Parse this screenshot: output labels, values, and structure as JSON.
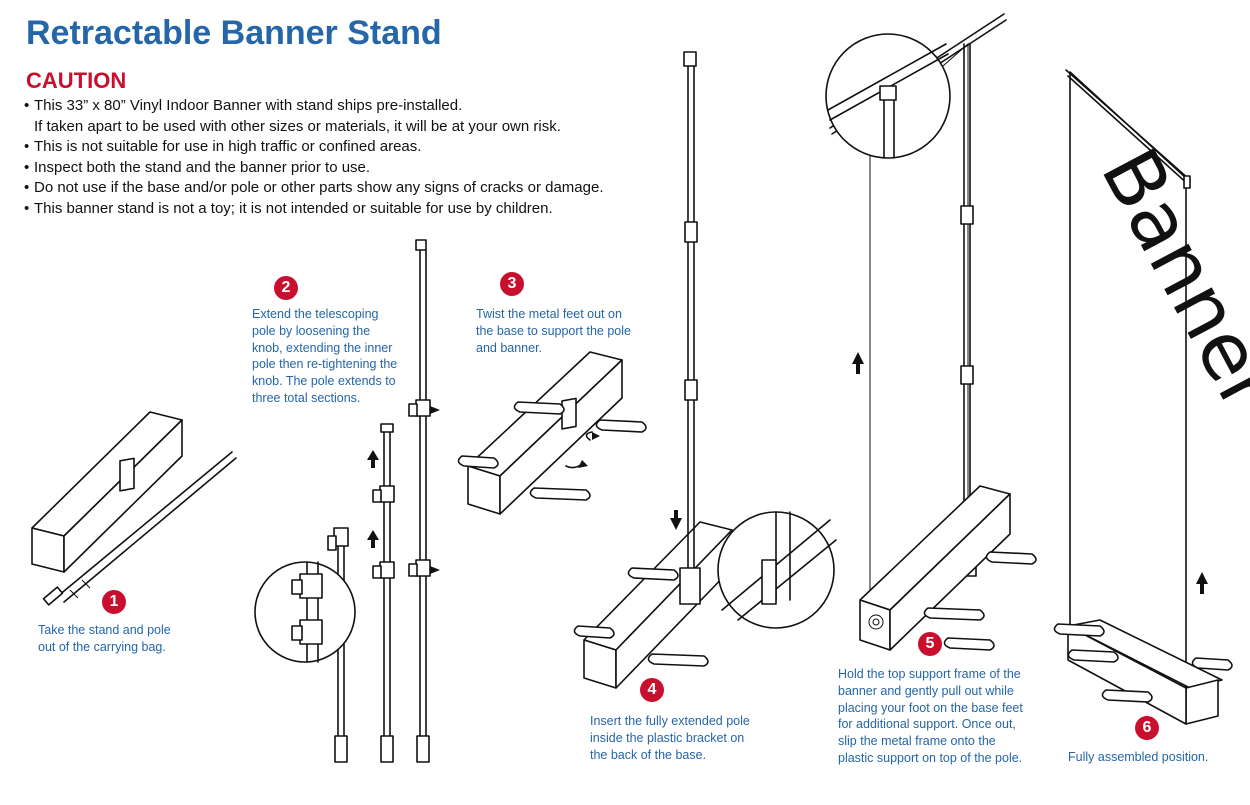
{
  "title": "Retractable Banner Stand",
  "caution": {
    "heading": "CAUTION",
    "items": [
      "This 33” x 80” Vinyl Indoor Banner with stand ships pre-installed.",
      "If taken apart to be used with other sizes or materials, it will be at your own risk.",
      "This is not suitable for use in high traffic or confined areas.",
      "Inspect both the stand and the banner prior to use.",
      "Do not use if the base and/or pole or other parts show any signs of cracks or damage.",
      "This banner stand is not a toy; it is not intended or suitable for use by children."
    ]
  },
  "steps": [
    {
      "number": "1",
      "text_lines": [
        "Take the stand and pole",
        "out of the carrying bag."
      ]
    },
    {
      "number": "2",
      "text_lines": [
        "Extend the telescoping",
        "pole by loosening the",
        "knob, extending the inner",
        "pole then re-tightening the",
        "knob. The pole extends to",
        "three total sections."
      ]
    },
    {
      "number": "3",
      "text_lines": [
        "Twist the metal feet out on",
        "the base to support the pole",
        "and banner."
      ]
    },
    {
      "number": "4",
      "text_lines": [
        "Insert the fully extended pole",
        "inside the plastic bracket on",
        "the back of the base."
      ]
    },
    {
      "number": "5",
      "text_lines": [
        "Hold the top support frame of the",
        "banner and gently pull out while",
        "placing your foot on the base feet",
        "for additional support. Once out,",
        "slip the metal frame onto the",
        "plastic support on top of the pole."
      ]
    },
    {
      "number": "6",
      "text_lines": [
        "Fully assembled position."
      ]
    }
  ],
  "banner_word": "Banner",
  "colors": {
    "title_blue": "#2566a8",
    "caution_red": "#c8102e",
    "step_text_blue": "#2566a8",
    "badge_red": "#c8102e"
  }
}
